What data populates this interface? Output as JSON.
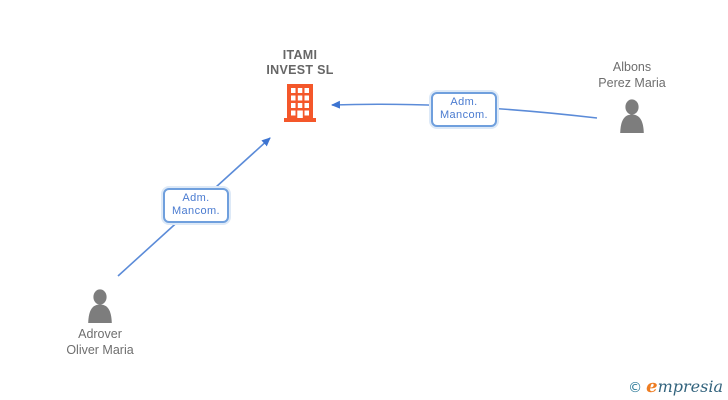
{
  "diagram": {
    "company": {
      "name_line1": "ITAMI",
      "name_line2": "INVEST SL",
      "icon": "building-icon",
      "icon_color": "#f4572a"
    },
    "people": [
      {
        "name_line1": "Albons",
        "name_line2": "Perez Maria",
        "icon": "person-icon",
        "position": "top-right"
      },
      {
        "name_line1": "Adrover",
        "name_line2": "Oliver Maria",
        "icon": "person-icon",
        "position": "bottom-left"
      }
    ],
    "relations": [
      {
        "from": "Albons Perez Maria",
        "to": "ITAMI INVEST SL",
        "label_line1": "Adm.",
        "label_line2": "Mancom."
      },
      {
        "from": "Adrover Oliver Maria",
        "to": "ITAMI INVEST SL",
        "label_line1": "Adm.",
        "label_line2": "Mancom."
      }
    ],
    "colors": {
      "arrow": "#5b8bd8",
      "arrowhead": "#3d74d1",
      "label_border": "#6f9fdd",
      "label_text": "#4a7bd0",
      "person_icon": "#7d7d7d",
      "name_text": "#6e6e6e",
      "company_text": "#666666",
      "building": "#f4572a"
    }
  },
  "footer": {
    "copyright_symbol": "©",
    "brand_initial": "e",
    "brand_rest": "mpresia"
  }
}
